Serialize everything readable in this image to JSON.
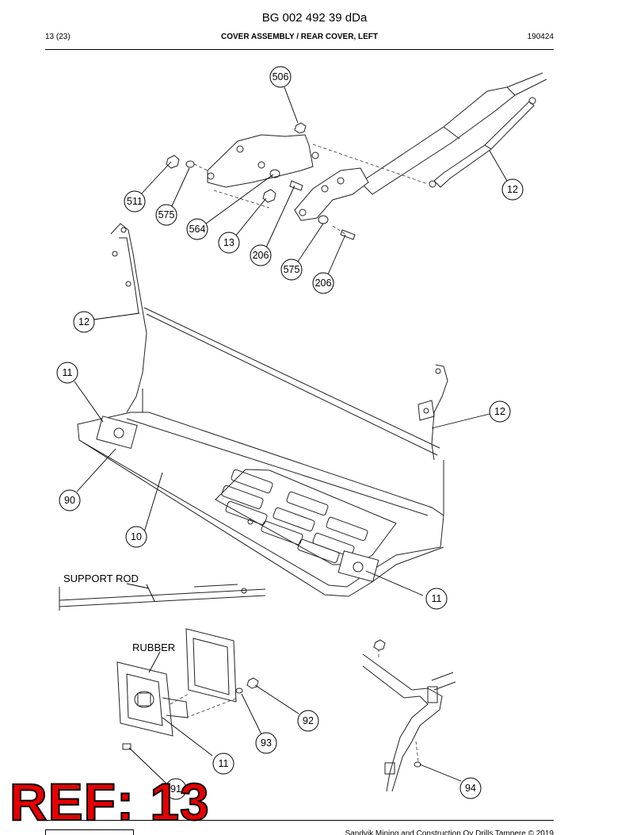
{
  "header": {
    "doc_number": "BG 002 492 39 dDa",
    "page": "13 (23)",
    "title": "COVER ASSEMBLY / REAR COVER, LEFT",
    "date": "190424"
  },
  "callouts": [
    "506",
    "12",
    "511",
    "575",
    "564",
    "13",
    "206",
    "575",
    "206",
    "12",
    "11",
    "12",
    "90",
    "10",
    "11",
    "92",
    "93",
    "11",
    "91",
    "94"
  ],
  "labels": {
    "support_rod": "SUPPORT ROD",
    "rubber": "RUBBER"
  },
  "stamp": "REF: 13",
  "footer": {
    "copyright": "Sandvik Mining and Construction Oy Drills Tampere © 2019"
  }
}
